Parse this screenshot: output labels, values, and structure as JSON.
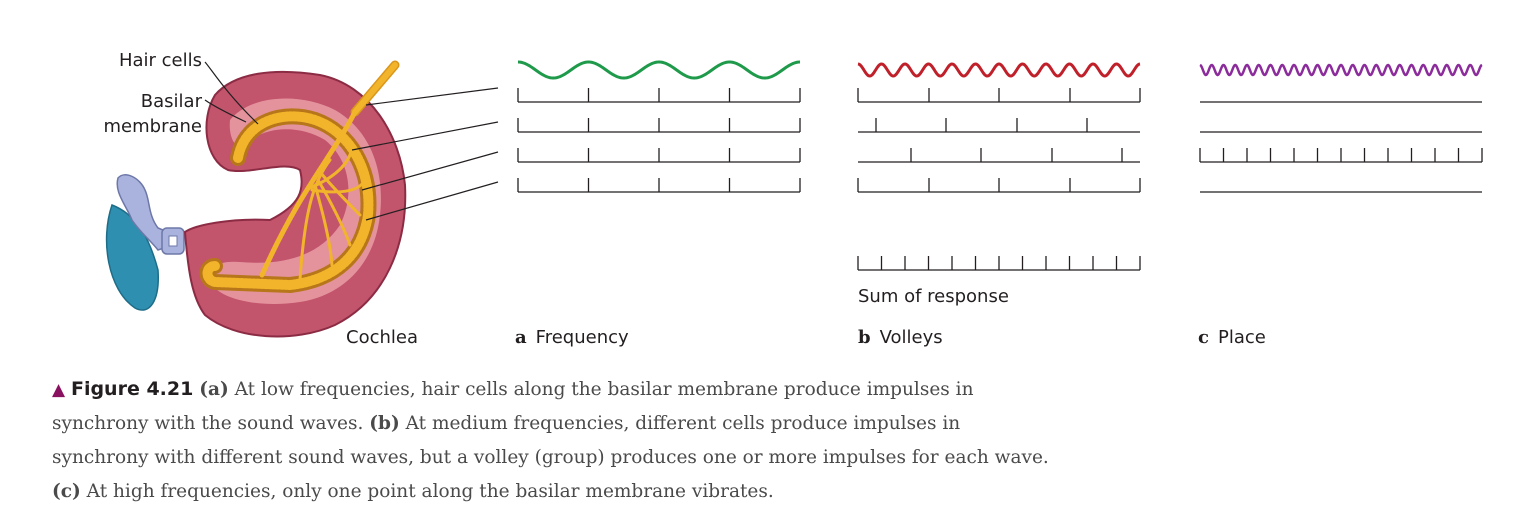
{
  "labels": {
    "hair_cells": "Hair cells",
    "basilar_1": "Basilar",
    "basilar_2": "membrane",
    "cochlea": "Cochlea",
    "sum": "Sum of response"
  },
  "panels": {
    "a": {
      "letter": "a",
      "title": "Frequency",
      "wave_color": "#1e9a4a"
    },
    "b": {
      "letter": "b",
      "title": "Volleys",
      "wave_color": "#c0202a"
    },
    "c": {
      "letter": "c",
      "title": "Place",
      "wave_color": "#8c2c9c"
    }
  },
  "caption": {
    "triangle": "▲",
    "figure_number": "Figure 4.21",
    "a_letter": "(a)",
    "a_text": "At low frequencies, hair cells along the basilar membrane produce impulses in synchrony with the sound waves.",
    "b_letter": "(b)",
    "b_text": "At medium frequencies, different cells produce impulses in synchrony with different sound waves, but a volley (group) produces one or more impulses for each wave.",
    "c_letter": "(c)",
    "c_text": "At high frequencies, only one point along the basilar membrane vibrates."
  },
  "colors": {
    "cochlea_outer": "#c2546c",
    "cochlea_inner": "#e89aa3",
    "nerve": "#f2b42a",
    "ear_canal": "#2f8fb0",
    "ossicle": "#a9b3de"
  }
}
